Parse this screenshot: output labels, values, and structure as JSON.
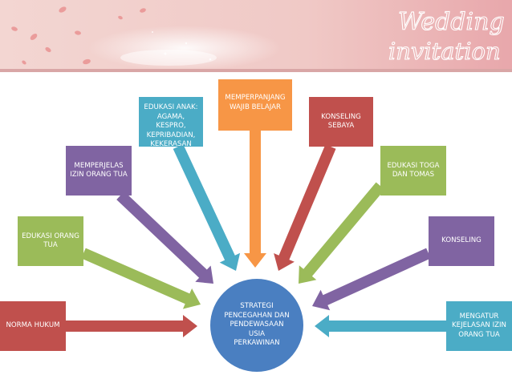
{
  "header": {
    "logo_line1": "Wedding",
    "logo_line2": "invitation"
  },
  "diagram": {
    "center": "STRATEGI\nPENCEGAHAN DAN\nPENDEWASAAN\nUSIA\nPERKAWINAN",
    "boxes": [
      {
        "id": "norma-hukum",
        "label": "NORMA HUKUM",
        "color": "#c0504d"
      },
      {
        "id": "edukasi-orang-tua",
        "label": "EDUKASI ORANG\nTUA",
        "color": "#9bbb59"
      },
      {
        "id": "memperjelas-izin",
        "label": "MEMPERJELAS\nIZIN ORANG TUA",
        "color": "#8064a2"
      },
      {
        "id": "edukasi-anak",
        "label": "EDUKASI ANAK:\nAGAMA, KESPRO,\nKEPRIBADIAN,\nKEKERASAN",
        "color": "#4bacc6"
      },
      {
        "id": "wajib-belajar",
        "label": "MEMPERPANJANG\nWAJIB BELAJAR",
        "color": "#f79646"
      },
      {
        "id": "konseling-sebaya",
        "label": "KONSELING\nSEBAYA",
        "color": "#c0504d"
      },
      {
        "id": "edukasi-toga-tomas",
        "label": "EDUKASI TOGA\nDAN TOMAS",
        "color": "#9bbb59"
      },
      {
        "id": "konseling",
        "label": "KONSELING",
        "color": "#8064a2"
      },
      {
        "id": "mengatur-izin",
        "label": "MENGATUR\nKEJELASAN IZIN\nORANG TUA",
        "color": "#4bacc6"
      }
    ]
  }
}
